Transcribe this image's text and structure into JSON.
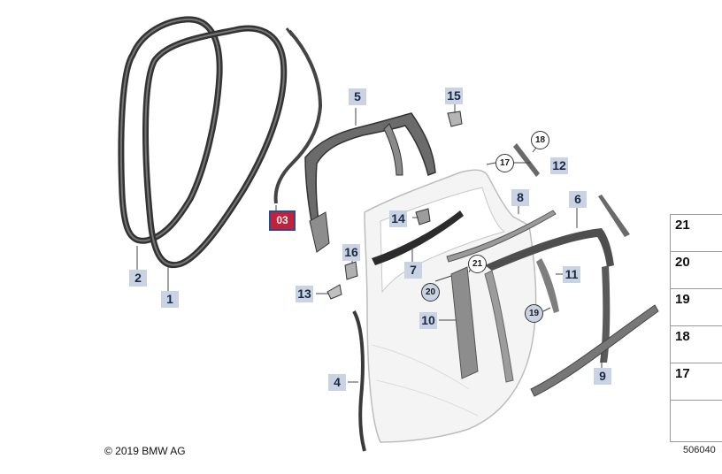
{
  "callouts": {
    "c1": "1",
    "c2": "2",
    "c3": "03",
    "c4": "4",
    "c5": "5",
    "c6": "6",
    "c7": "7",
    "c8": "8",
    "c9": "9",
    "c10": "10",
    "c11": "11",
    "c12": "12",
    "c13": "13",
    "c14": "14",
    "c15": "15",
    "c16": "16",
    "r17": "17",
    "r18": "18",
    "r19": "19",
    "r20": "20",
    "r21": "21"
  },
  "kit_panel": [
    {
      "num": "21",
      "icon": "clip-nut-icon"
    },
    {
      "num": "20",
      "icon": "screw-icon"
    },
    {
      "num": "19",
      "icon": "screw-washer-icon"
    },
    {
      "num": "18",
      "icon": "screw-icon"
    },
    {
      "num": "17",
      "icon": "u-clip-icon"
    }
  ],
  "copyright": "© 2019 BMW AG",
  "image_number": "506040",
  "colors": {
    "callout_bg": "#c9d3e3",
    "highlight_bg": "#c2213a",
    "highlight_border": "#2e4c8a"
  }
}
